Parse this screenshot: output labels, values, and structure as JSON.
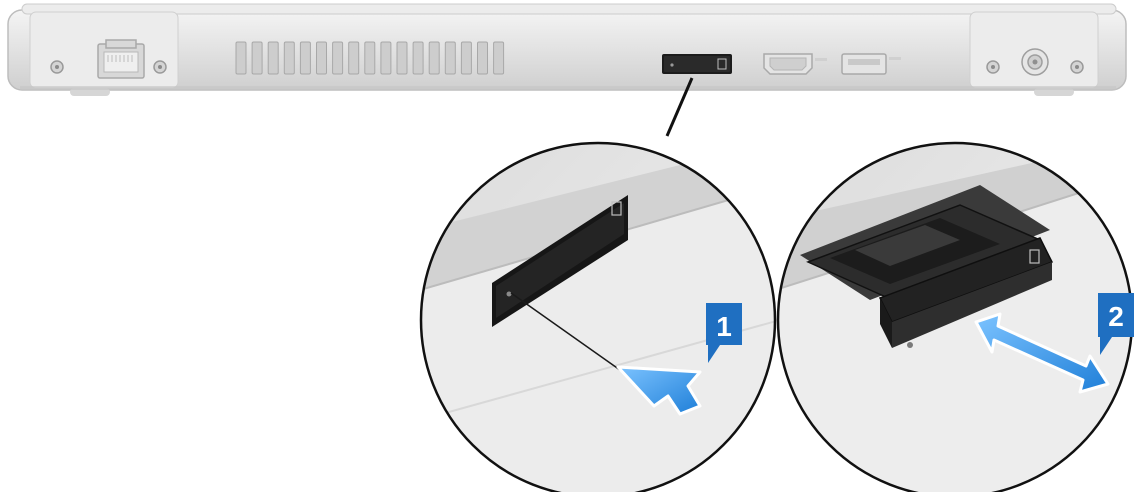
{
  "diagram": {
    "callouts": [
      {
        "number": "1",
        "action": "push"
      },
      {
        "number": "2",
        "action": "slide-out"
      }
    ]
  },
  "colors": {
    "chassis": "#e6e6e6",
    "chassis_edge": "#c8c8c8",
    "slot": "#1c1c1c",
    "callout_blue": "#1f6fc1",
    "arrow_blue": "#2e8fe0"
  }
}
